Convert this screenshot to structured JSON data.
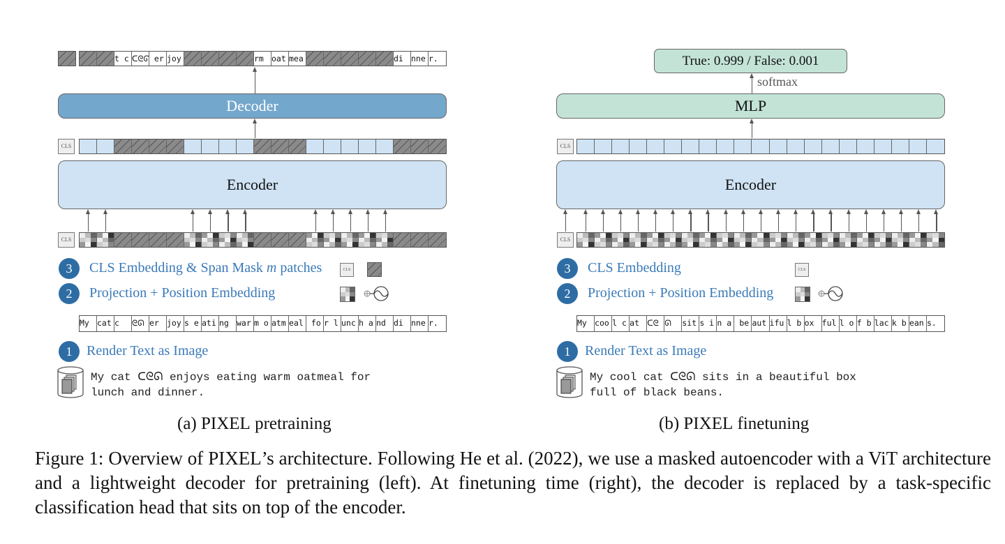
{
  "left_panel": {
    "decoder_label": "Decoder",
    "encoder_label": "Encoder",
    "cls_label": "CLS",
    "output_patches": [
      "",
      "",
      "t c",
      "ᑕᘓᘏ",
      " er",
      "joy",
      "",
      "",
      "",
      "",
      "rm ",
      "oat",
      "mea",
      "",
      "",
      "",
      "",
      "",
      "di",
      "nne",
      "r."
    ],
    "output_mask": [
      1,
      1,
      0,
      0,
      0,
      0,
      1,
      1,
      1,
      1,
      0,
      0,
      0,
      1,
      1,
      1,
      1,
      1,
      0,
      0,
      0
    ],
    "encoder_out_mask": [
      0,
      0,
      1,
      1,
      1,
      1,
      0,
      0,
      0,
      0,
      1,
      1,
      1,
      0,
      0,
      0,
      0,
      0,
      1,
      1,
      1
    ],
    "steps": [
      {
        "num": "3",
        "label_pre": "CLS Embedding & Span Mask ",
        "label_em": "m",
        "label_post": " patches"
      },
      {
        "num": "2",
        "label": "Projection + Position Embedding"
      },
      {
        "num": "1",
        "label": "Render Text as Image"
      }
    ],
    "rendered_patches": [
      "My",
      "cat",
      "c",
      "ᘓᘏ",
      "er",
      "joy",
      "s e",
      "ati",
      "ng ",
      "war",
      "m o",
      "atm",
      "eal",
      " fo",
      "r l",
      "unc",
      "h a",
      "nd ",
      "di",
      "nne",
      "r."
    ],
    "source_text_line1": "My cat ᑕᘓᘏ enjoys eating warm oatmeal for",
    "source_text_line2": "lunch and dinner.",
    "subcaption_prefix": "(a) ",
    "subcaption_sc": "PIXEL",
    "subcaption_suffix": " pretraining"
  },
  "right_panel": {
    "output_label": "True: 0.999 / False: 0.001",
    "softmax_label": "softmax",
    "mlp_label": "MLP",
    "encoder_label": "Encoder",
    "cls_label": "CLS",
    "steps": [
      {
        "num": "3",
        "label": "CLS Embedding"
      },
      {
        "num": "2",
        "label": "Projection + Position Embedding"
      },
      {
        "num": "1",
        "label": "Render Text as Image"
      }
    ],
    "rendered_patches": [
      "My",
      "coo",
      "l c",
      "at",
      "ᑕᘓ",
      "ᘏ",
      "sit",
      "s i",
      "n a",
      " be",
      "aut",
      "ifu",
      "l b",
      "ox",
      "ful",
      "l o",
      "f b",
      "lac",
      "k b",
      "ean",
      "s."
    ],
    "source_text_line1": "My cool cat ᑕᘓᘏ sits in a beautiful box",
    "source_text_line2": "full of black beans.",
    "subcaption_prefix": "(b) ",
    "subcaption_sc": "PIXEL",
    "subcaption_suffix": " finetuning"
  },
  "legend_icons": [
    "cls-embedding-icon",
    "mask-patch-icon",
    "projection-patch-icon",
    "position-embedding-icon"
  ],
  "caption": {
    "prefix": "Figure 1: Overview of ",
    "sc": "PIXEL",
    "rest": "’s architecture. Following He et al. (2022), we use a masked autoencoder with a ViT architecture and a lightweight decoder for pretraining (left). At finetuning time (right), the decoder is replaced by a task-specific classification head that sits on top of the encoder."
  },
  "colors": {
    "decoder": "#74a7cc",
    "encoder": "#cfe3f4",
    "mlp": "#c3e3d7",
    "badge": "#2e6da4",
    "step_text": "#3a7ab8"
  }
}
